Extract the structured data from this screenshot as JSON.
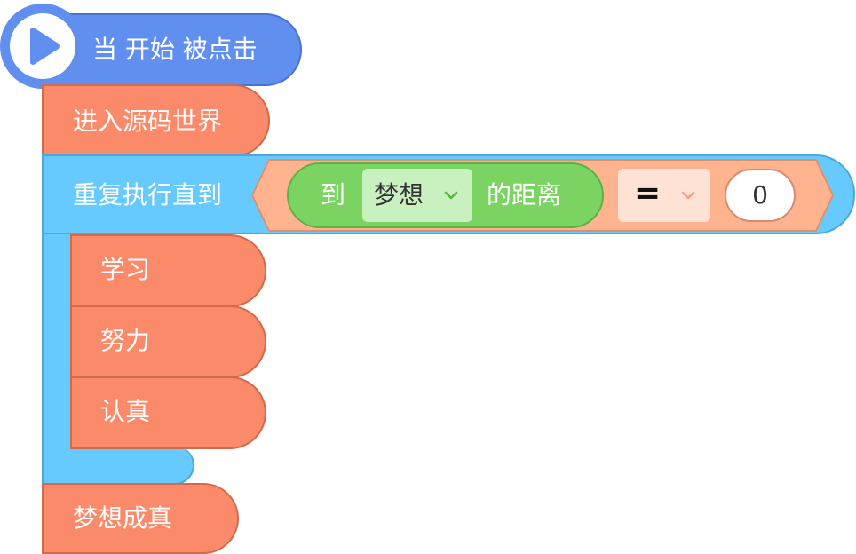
{
  "start_block": {
    "label": "当 开始 被点击",
    "icon": "play-icon",
    "color": "#608ff0"
  },
  "blocks": {
    "enter_source_world": "进入源码世界",
    "repeat_until_label": "重复执行直到",
    "inner": [
      "学习",
      "努力",
      "认真"
    ],
    "dream_come_true": "梦想成真"
  },
  "condition": {
    "to_label": "到",
    "target_dropdown_value": "梦想",
    "distance_label": "的距离",
    "operator": "=",
    "value": "0"
  },
  "colors": {
    "event_blue": "#608ff0",
    "action_orange": "#fa8a69",
    "control_cyan": "#67caff",
    "sensing_green": "#7bd461",
    "operator_peach": "#ffb48f"
  }
}
